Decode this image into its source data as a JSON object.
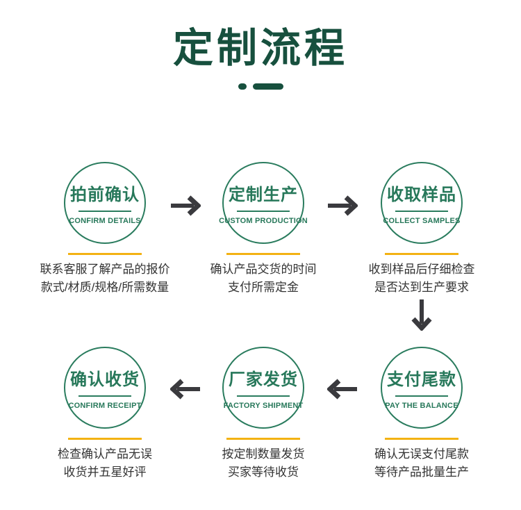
{
  "header": {
    "title": "定制流程"
  },
  "colors": {
    "dark_green": "#17503e",
    "green": "#2a7c5e",
    "gold": "#f3b213",
    "text": "#333333",
    "arrow": "#3a3a3e"
  },
  "rows": [
    {
      "steps": [
        {
          "title": "拍前确认",
          "subtitle": "CONFIRM DETAILS",
          "desc": [
            "联系客服了解产品的报价",
            "款式/材质/规格/所需数量"
          ]
        },
        {
          "title": "定制生产",
          "subtitle": "CUSTOM PRODUCTION",
          "desc": [
            "确认产品交货的时间",
            "支付所需定金"
          ]
        },
        {
          "title": "收取样品",
          "subtitle": "COLLECT SAMPLES",
          "desc": [
            "收到样品后仔细检查",
            "是否达到生产要求"
          ]
        }
      ]
    },
    {
      "steps": [
        {
          "title": "确认收货",
          "subtitle": "CONFIRM RECEIPT",
          "desc": [
            "检查确认产品无误",
            "收货并五星好评"
          ]
        },
        {
          "title": "厂家发货",
          "subtitle": "FACTORY SHIPMENT",
          "desc": [
            "按定制数量发货",
            "买家等待收货"
          ]
        },
        {
          "title": "支付尾款",
          "subtitle": "PAY THE BALANCE",
          "desc": [
            "确认无误支付尾款",
            "等待产品批量生产"
          ]
        }
      ]
    }
  ]
}
